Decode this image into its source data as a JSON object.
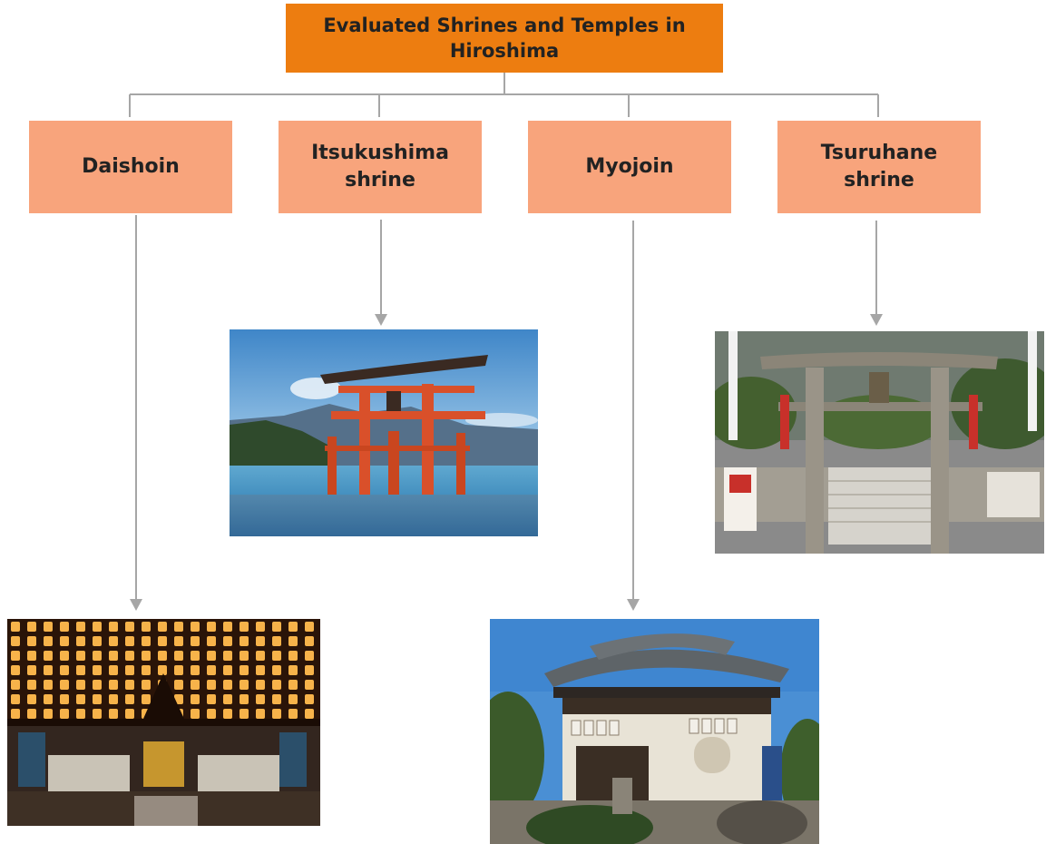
{
  "root": {
    "label": "Evaluated Shrines and Temples in Hiroshima"
  },
  "children": [
    {
      "label": "Daishoin",
      "photo": "lantern-hall-photo"
    },
    {
      "label": "Itsukushima shrine",
      "photo": "floating-torii-photo"
    },
    {
      "label": "Myojoin",
      "photo": "temple-building-photo"
    },
    {
      "label": "Tsuruhane shrine",
      "photo": "stone-torii-photo"
    }
  ],
  "colors": {
    "root_fill": "#ed7d10",
    "child_fill": "#f8a47c",
    "connector": "#a6a6a6",
    "text": "#222222"
  }
}
